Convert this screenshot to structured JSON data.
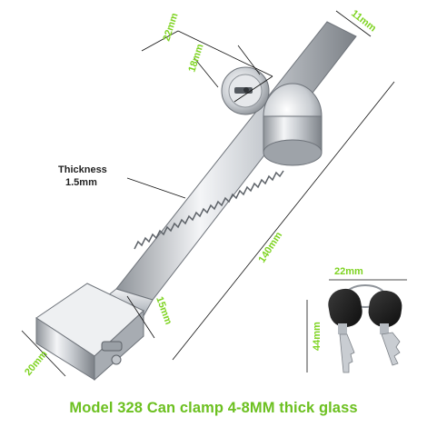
{
  "caption": "Model 328 Can clamp 4-8MM thick glass",
  "dimensions": {
    "d22_top": "22mm",
    "d11_top": "11mm",
    "d18": "18mm",
    "thickness_line1": "Thickness",
    "thickness_line2": "1.5mm",
    "d140": "140mm",
    "d15": "15mm",
    "d20": "20mm",
    "d22_keys": "22mm",
    "d44_keys": "44mm"
  },
  "colors": {
    "dimension_text": "#7ed321",
    "caption_text": "#6cc020",
    "metal": "#d6d9dd",
    "key_head": "#1b1b1b"
  }
}
